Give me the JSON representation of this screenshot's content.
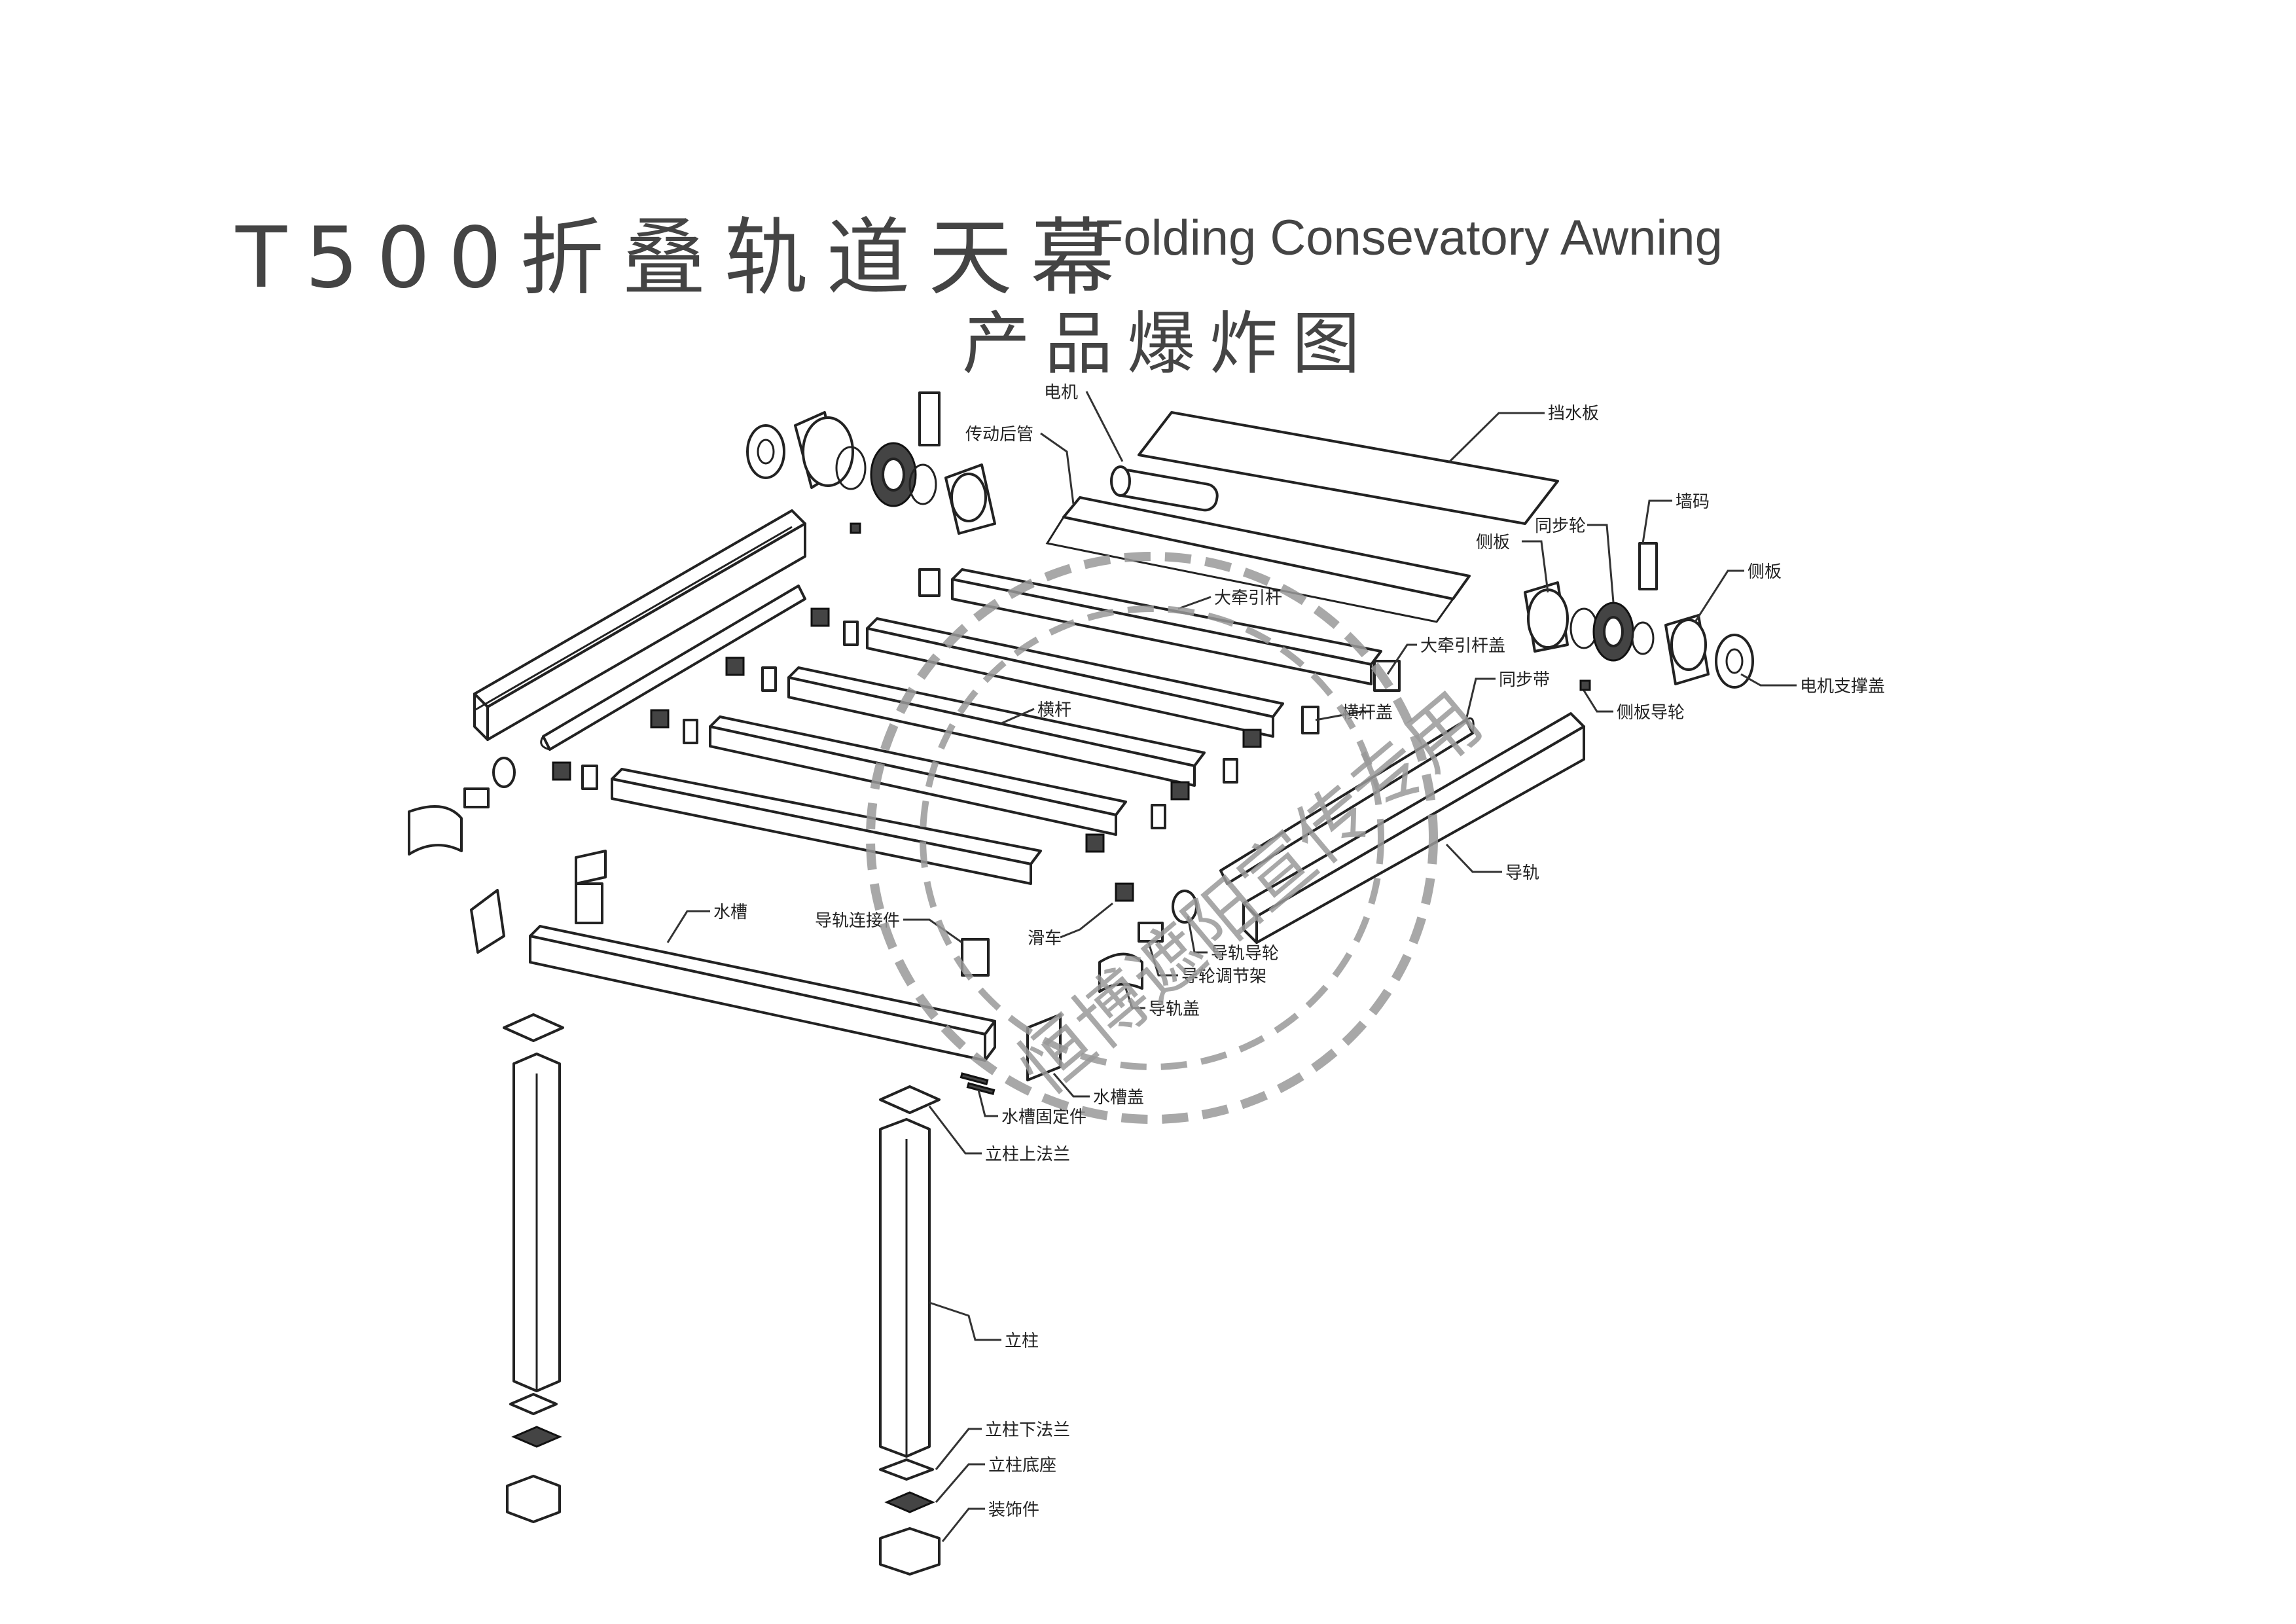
{
  "title_cn": "T500折叠轨道天幕",
  "title_en": "Folding Consevatory Awning",
  "subtitle": "产品爆炸图",
  "watermark": "恒博遮阳宣传专用",
  "labels": {
    "motor": "电机",
    "rear_tube": "传动后管",
    "rain_board": "挡水板",
    "wall_mount": "墙码",
    "sync_wheel": "同步轮",
    "side_plate_left": "侧板",
    "side_plate_right": "侧板",
    "main_pull_bar": "大牵引杆",
    "main_pull_bar_cap": "大牵引杆盖",
    "sync_belt": "同步带",
    "motor_support_cap": "电机支撑盖",
    "side_guide_wheel": "侧板导轮",
    "crossbar": "横杆",
    "crossbar_cap": "横杆盖",
    "guide_rail": "导轨",
    "gutter": "水槽",
    "rail_connector": "导轨连接件",
    "pulley": "滑车",
    "rail_guide_wheel": "导轨导轮",
    "wheel_adjust_frame": "导轮调节架",
    "rail_cap": "导轨盖",
    "gutter_cap": "水槽盖",
    "gutter_fixing": "水槽固定件",
    "post_top_flange": "立柱上法兰",
    "post": "立柱",
    "post_bottom_flange": "立柱下法兰",
    "post_base": "立柱底座",
    "decoration": "装饰件"
  }
}
